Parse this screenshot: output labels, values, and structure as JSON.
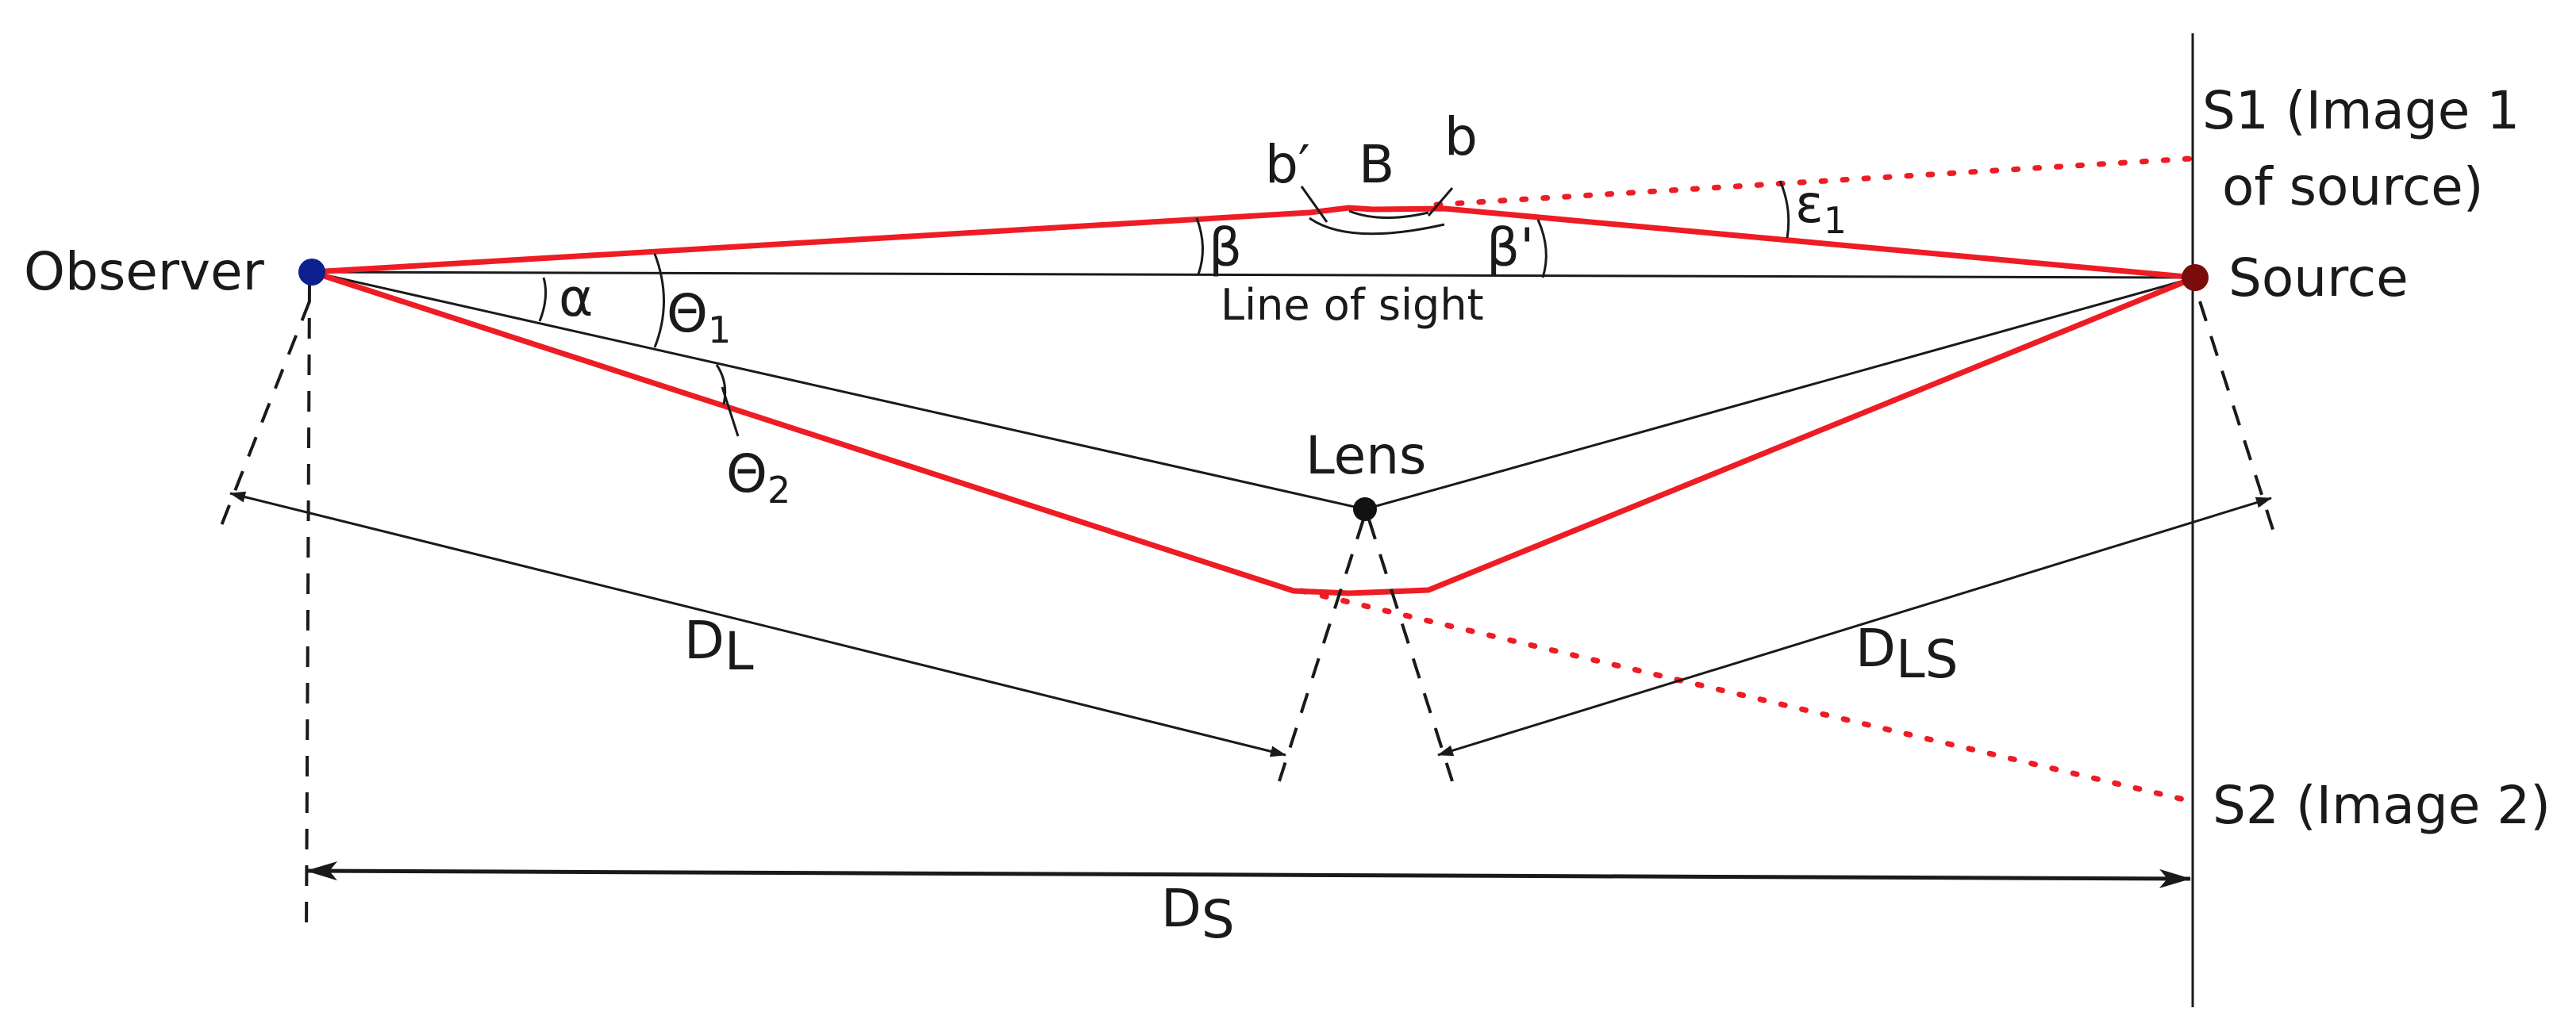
{
  "labels": {
    "observer": "Observer",
    "source": "Source",
    "lens": "Lens",
    "line_of_sight": "Line of sight",
    "s1_line1": "S1 (Image 1",
    "s1_line2": "of source)",
    "s2": "S2 (Image 2)",
    "b_prime": "b′",
    "B": "B",
    "b": "b",
    "beta": "β",
    "beta_prime": "β'",
    "epsilon": "ε",
    "epsilon_sub": "1",
    "alpha": "α",
    "theta": "Θ",
    "theta1_sub": "1",
    "theta2_sub": "2",
    "D": "D",
    "dl_sub": "L",
    "dls_sub": "LS",
    "ds_sub": "S"
  },
  "colors": {
    "ray": "#ee1c24",
    "observer_point": "#0b1f8f",
    "source_point": "#7a0c0c",
    "lens_point": "#111111",
    "line": "#1a1a1a"
  }
}
